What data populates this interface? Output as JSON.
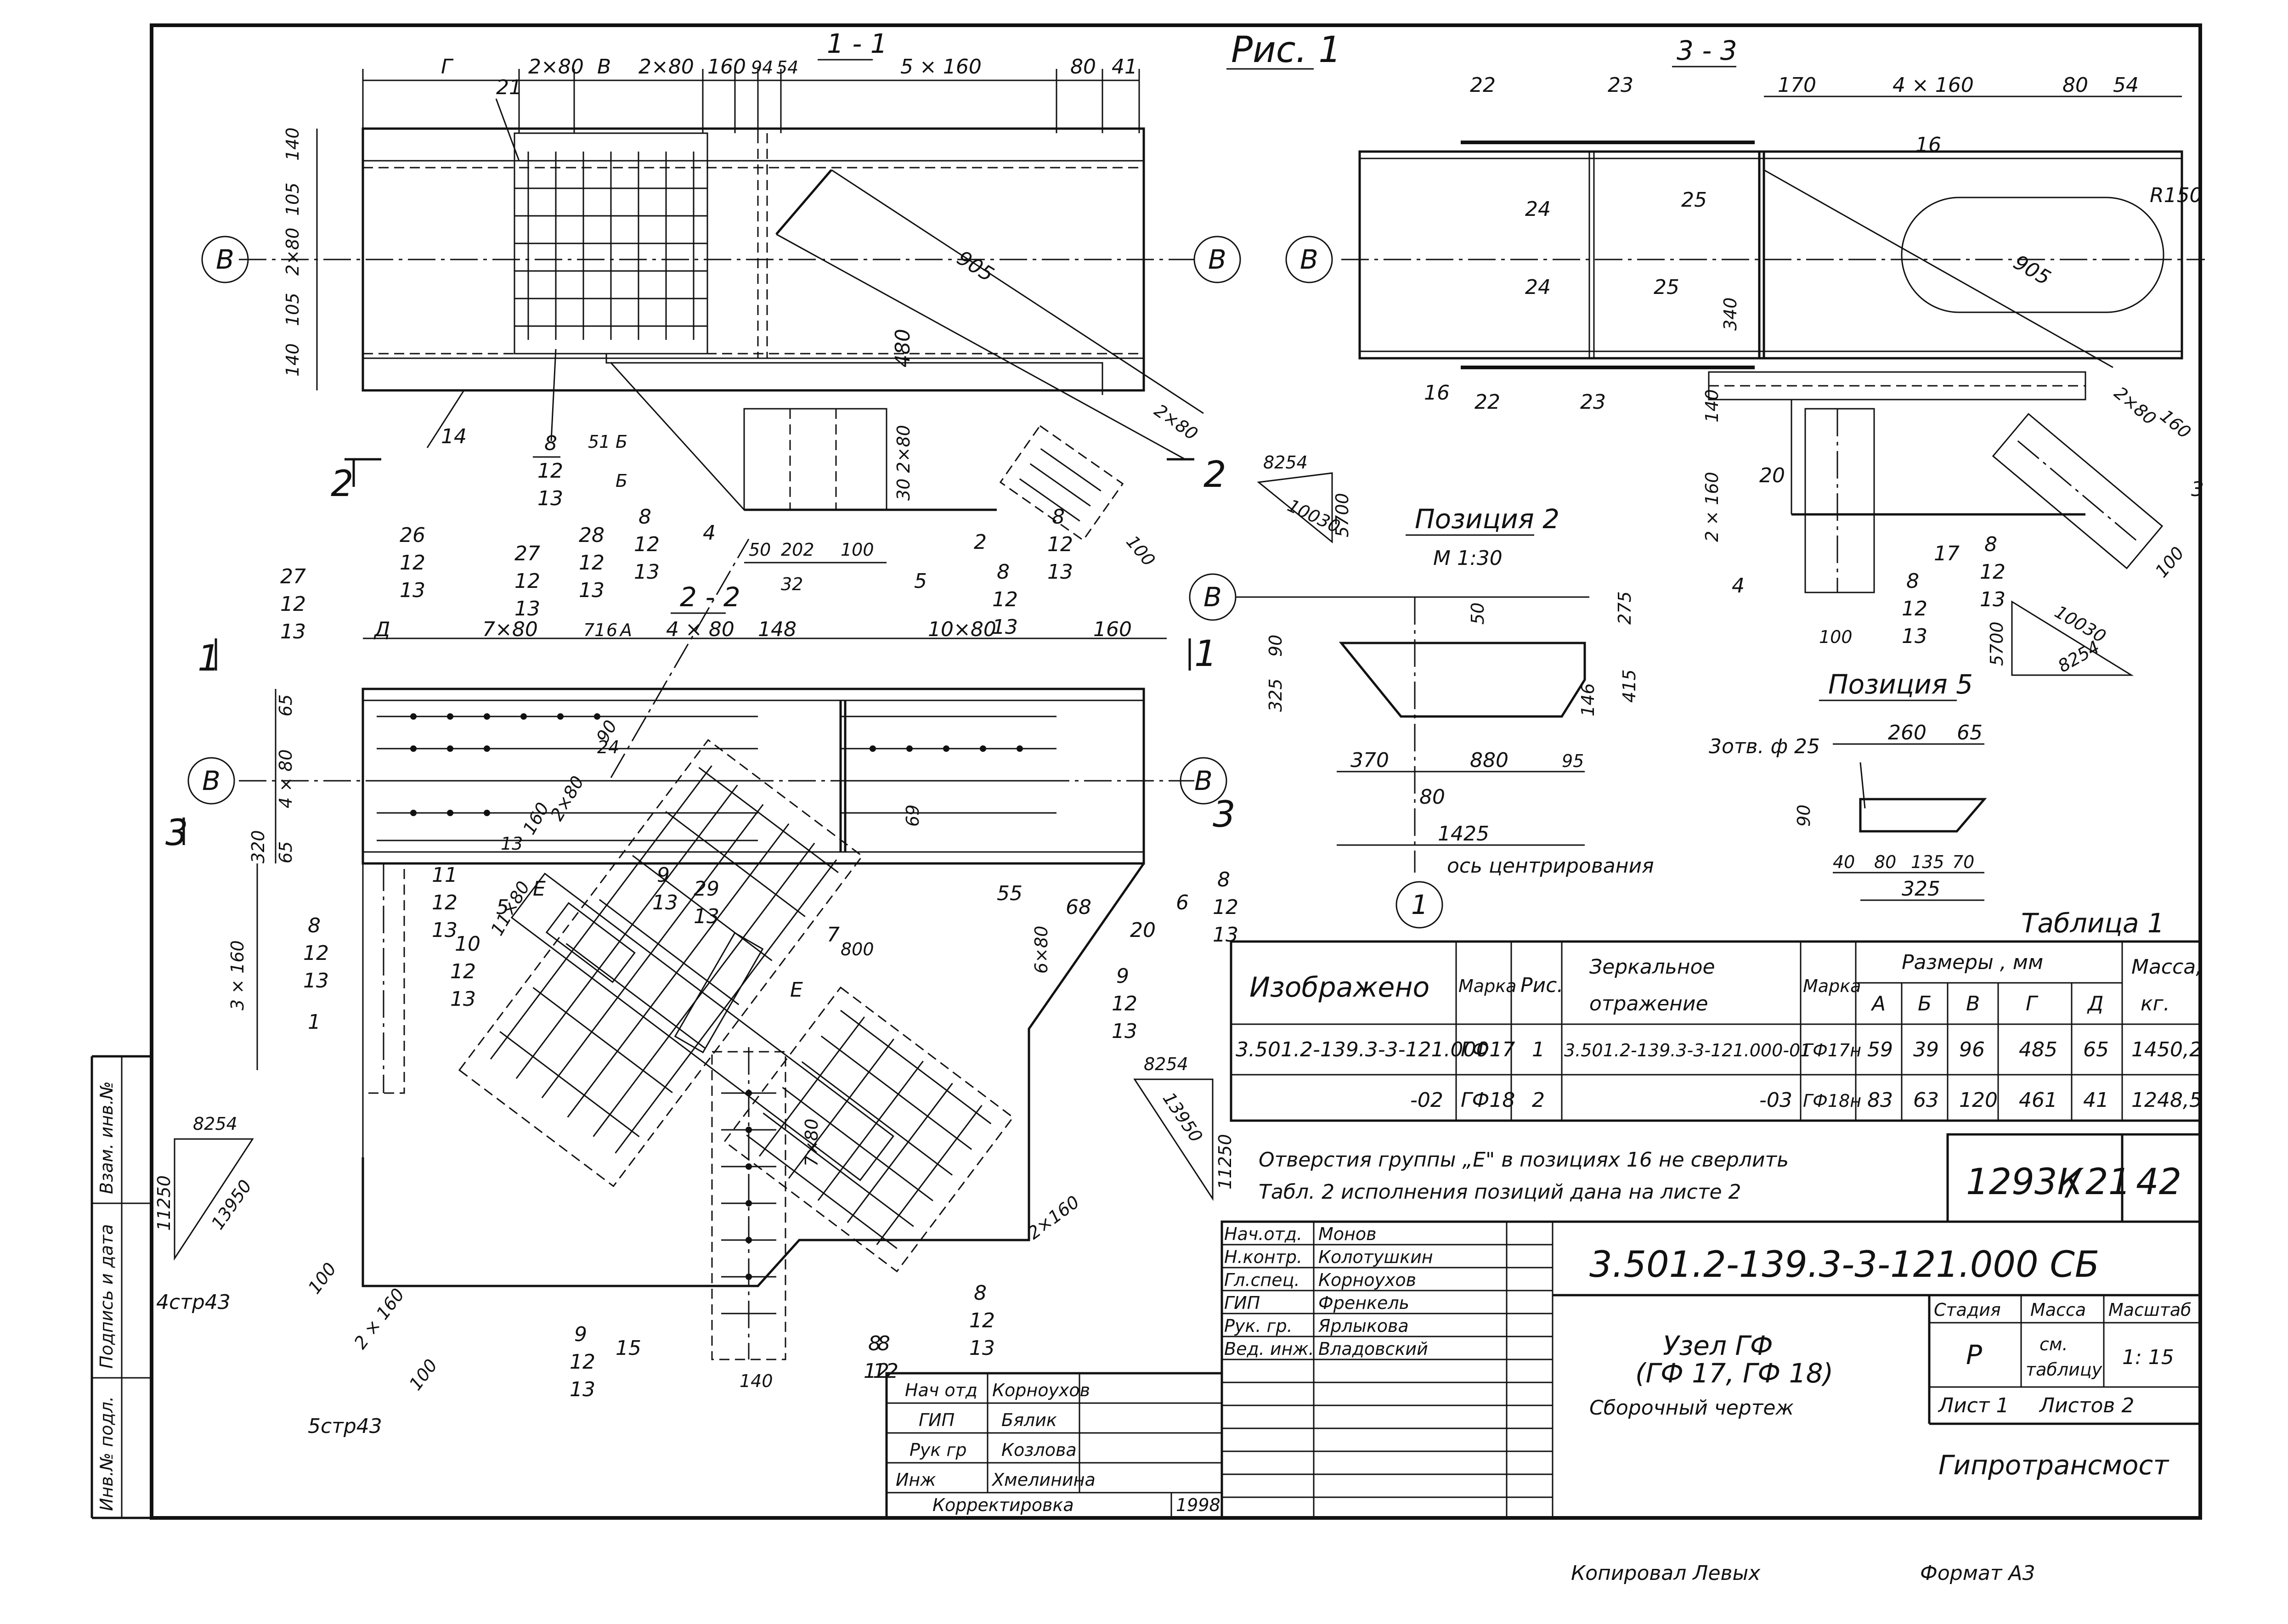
{
  "sheet": {
    "fig_label": "Рис. 1",
    "section_1": "1 - 1",
    "section_2": "2 - 2",
    "section_3": "3 - 3",
    "pos2_title": "Позиция 2",
    "pos2_scale": "М 1:30",
    "pos5_title": "Позиция 5",
    "axis_label": "ось центрирования",
    "holes_label": "3отв. ф 25"
  },
  "table1": {
    "caption": "Таблица 1",
    "headers": {
      "shown": "Изображено",
      "mark": "Марка",
      "fig": "Рис.",
      "mirror": "Зеркальное отражение",
      "mark2": "Марка",
      "sizes": "Размеры ,  мм",
      "mass": "Масса, кг.",
      "cols": [
        "А",
        "Б",
        "В",
        "Г",
        "Д"
      ]
    },
    "rows": [
      {
        "shown": "3.501.2-139.3-3-121.000",
        "mark": "ГФ17",
        "fig": "1",
        "mirror": "3.501.2-139.3-3-121.000-01",
        "mark2": "ГФ17н",
        "a": "59",
        "b": "39",
        "v": "96",
        "g": "485",
        "d": "65",
        "mass": "1450,2"
      },
      {
        "shown": "-02",
        "mark": "ГФ18",
        "fig": "2",
        "mirror": "-03",
        "mark2": "ГФ18н",
        "a": "83",
        "b": "63",
        "v": "120",
        "g": "461",
        "d": "41",
        "mass": "1248,5"
      }
    ]
  },
  "notes": {
    "line1": "Отверстия группы „Е\" в позициях  16  не  сверлить",
    "line2": "Табл. 2 исполнения   позиций   дана   на   листе  2"
  },
  "archive": {
    "number": "1293К",
    "sub": "21",
    "sheet_no": "42"
  },
  "title_block": {
    "designation": "3.501.2-139.3-3-121.000 СБ",
    "name_line1": "Узел  ГФ",
    "name_line2": "(ГФ 17, ГФ 18)",
    "name_line3": "Сборочный    чертеж",
    "stage_label": "Стадия",
    "mass_label": "Масса",
    "scale_label": "Масштаб",
    "stage_value": "Р",
    "mass_value": "см. таблицу",
    "scale_value": "1: 15",
    "sheet_label": "Лист  1",
    "sheets_label": "Листов  2",
    "organization": "Гипротрансмост",
    "signers": [
      {
        "role": "Нач.отд.",
        "name": "Монов"
      },
      {
        "role": "Н.контр.",
        "name": "Колотушкин"
      },
      {
        "role": "Гл.спец.",
        "name": "Корноухов"
      },
      {
        "role": "ГИП",
        "name": "Френкель"
      },
      {
        "role": "Рук. гр.",
        "name": "Ярлыкова"
      },
      {
        "role": "Вед. инж.",
        "name": "Владовский"
      }
    ]
  },
  "correction_block": {
    "rows": [
      {
        "role": "Нач  отд",
        "name": "Корноухов"
      },
      {
        "role": "ГИП",
        "name": "Бялик"
      },
      {
        "role": "Рук  гр",
        "name": "Козлова"
      },
      {
        "role": "Инж",
        "name": "Хмелинина"
      }
    ],
    "label": "Корректировка",
    "year": "1998"
  },
  "side_strip": {
    "inv_orig": "Инв.№ подл.",
    "sign_date": "Подпись и дата",
    "replace_inv": "Взам. инв.№"
  },
  "footer": {
    "copied": "Копировал  Левых",
    "format": "Формат  А3"
  },
  "dims_top": [
    "Г",
    "2×80",
    "В",
    "2×80",
    "160",
    "94",
    "54",
    "5 × 160",
    "80",
    "41"
  ],
  "dims_left_1": [
    "140",
    "105",
    "2×80",
    "105",
    "140"
  ],
  "dims_33_top": [
    "170",
    "4 × 160",
    "80",
    "54"
  ],
  "dims_pos2": [
    "50",
    "90",
    "325",
    "275",
    "415",
    "146",
    "370",
    "880",
    "95",
    "80",
    "1425"
  ],
  "dims_pos5": [
    "260",
    "65",
    "90",
    "40",
    "80",
    "135",
    "70",
    "325"
  ],
  "triangles": [
    {
      "a": "8254",
      "b": "10030",
      "c": "5700"
    },
    {
      "a": "8254",
      "b": "13950",
      "c": "11250"
    },
    {
      "a": "8254",
      "b": "13950",
      "c": "11250"
    },
    {
      "a": "8254",
      "b": "10030",
      "c": "5700"
    }
  ],
  "misc_dims": [
    "905",
    "480",
    "2×80",
    "100",
    "50",
    "202",
    "100",
    "32",
    "30",
    "2×80",
    "7×80",
    "71",
    "6",
    "А",
    "4 × 80",
    "148",
    "10×80",
    "160",
    "65",
    "4 × 80",
    "65",
    "320",
    "3 × 160",
    "11×80",
    "2×80",
    "160",
    "90",
    "55",
    "68",
    "6×80",
    "7×80",
    "2×160",
    "100",
    "2 × 160",
    "100",
    "140",
    "R150",
    "905",
    "340",
    "2 × 160",
    "140",
    "100",
    "2×80",
    "160",
    "100",
    "Д",
    "51",
    "Б"
  ],
  "markers": [
    "8",
    "12",
    "13",
    "14",
    "2",
    "4",
    "5",
    "26",
    "27",
    "28",
    "21",
    "1",
    "11",
    "10",
    "9",
    "29",
    "7",
    "Е",
    "15",
    "20",
    "6",
    "22",
    "23",
    "24",
    "25",
    "16",
    "17",
    "3",
    "В"
  ]
}
